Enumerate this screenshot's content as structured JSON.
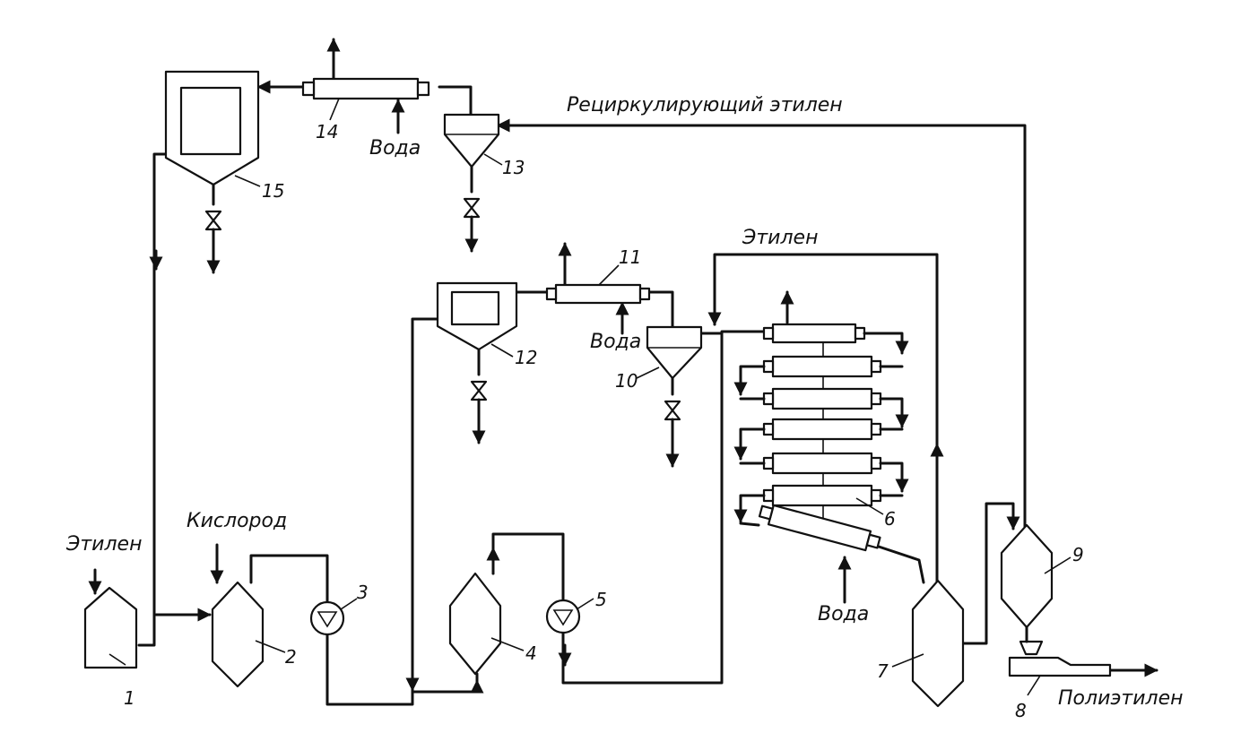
{
  "labels": {
    "recycle_ethylene": "Рециркулирующий этилен",
    "ethylene_feed": "Этилен",
    "ethylene_mid": "Этилен",
    "oxygen": "Кислород",
    "water_14": "Вода",
    "water_11": "Вода",
    "water_6": "Вода",
    "polyethylene": "Полиэтилен"
  },
  "numbers": {
    "n1": "1",
    "n2": "2",
    "n3": "3",
    "n4": "4",
    "n5": "5",
    "n6": "6",
    "n7": "7",
    "n8": "8",
    "n9": "9",
    "n10": "10",
    "n11": "11",
    "n12": "12",
    "n13": "13",
    "n14": "14",
    "n15": "15"
  },
  "colors": {
    "ink": "#111111",
    "paper": "#ffffff"
  }
}
